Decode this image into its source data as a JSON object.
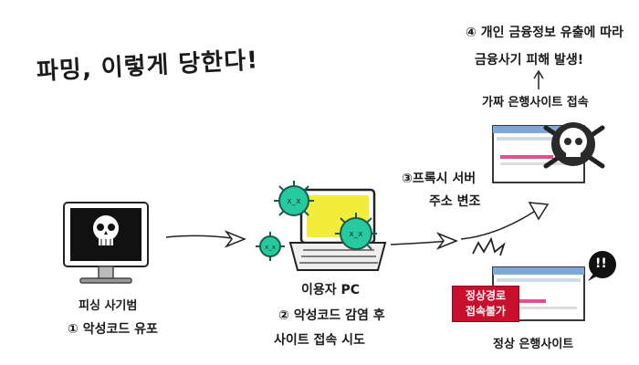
{
  "title": "파밍, 이렇게 당한다!",
  "phisher": {
    "label": "피싱 사기범",
    "step1": "① 악성코드 유포"
  },
  "user_pc": {
    "label": "이용자 PC",
    "step2_line1": "② 악성코드 감염 후",
    "step2_line2": "사이트 접속 시도"
  },
  "step3": {
    "line1": "③프록시 서버",
    "line2": "주소 변조"
  },
  "fake_bank": {
    "label": "가짜 은행사이트 접속",
    "step4_line1": "④ 개인 금융정보 유출에 따라",
    "step4_line2": "금융사기 피해 발생!"
  },
  "real_bank": {
    "label": "정상 은행사이트",
    "blocked_line1": "정상경로",
    "blocked_line2": "접속불가",
    "bubble": "!!"
  },
  "colors": {
    "virus_green": "#27c9a0",
    "screen_yellow": "#f2ec3a",
    "badge_red": "#c8102e",
    "bar_pink": "#e04f8f"
  }
}
